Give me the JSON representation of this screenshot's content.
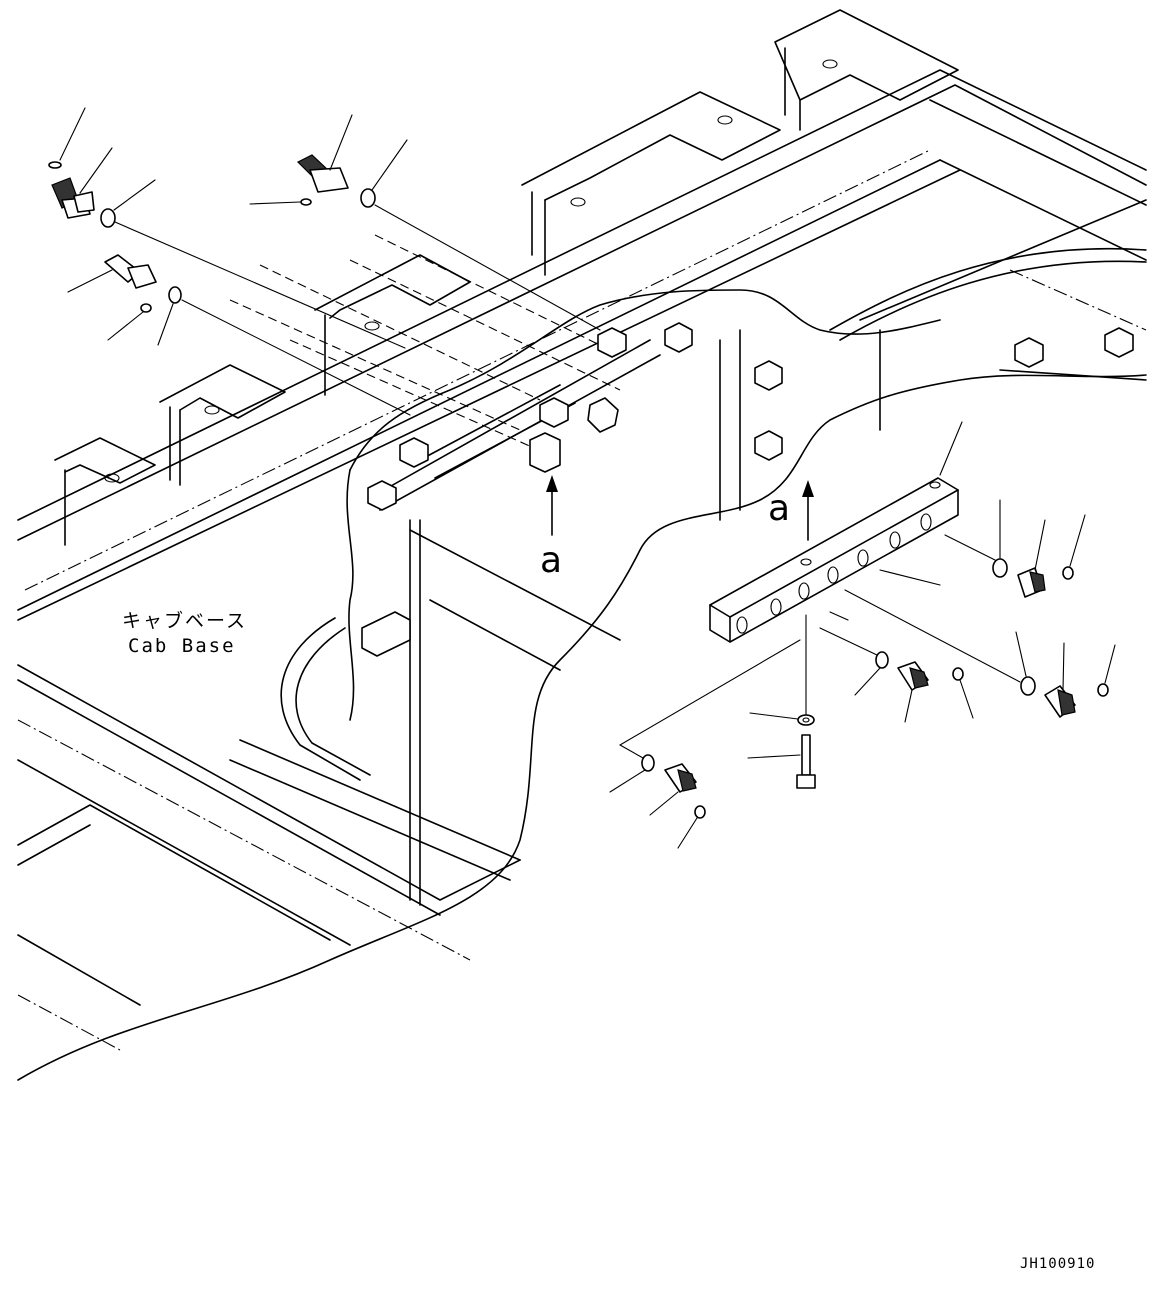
{
  "labels": {
    "view_mark_left": "a",
    "view_mark_right": "a",
    "cab_base_jp": "キャブベース",
    "cab_base_en": "Cab Base",
    "drawing_code": "JH100910"
  },
  "parts": {
    "fittings": [
      "elbow-fitting",
      "straight-fitting",
      "grease-nipple"
    ],
    "block": "distribution-block",
    "bolt": "mounting-bolt",
    "washer": "washer",
    "o_ring": "o-ring"
  },
  "colors": {
    "line": "#000000",
    "background": "#ffffff",
    "fitting_shade": "#333333"
  }
}
